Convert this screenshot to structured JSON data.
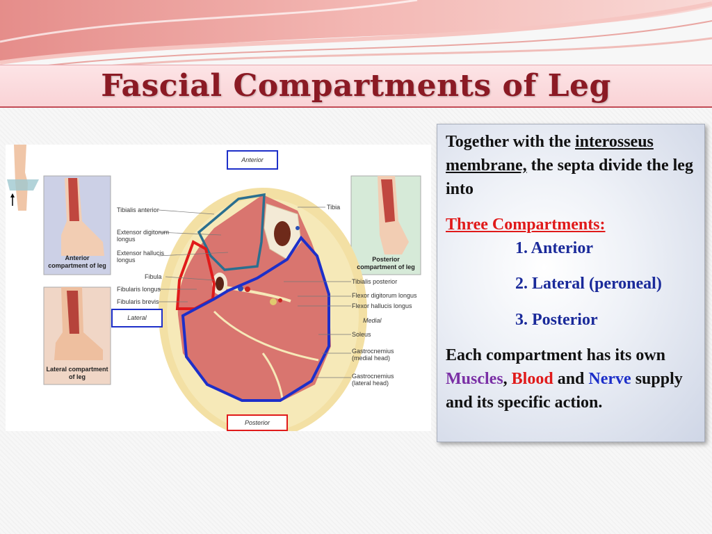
{
  "title": "Fascial Compartments of Leg",
  "colors": {
    "title": "#8b1a24",
    "anterior_outline": "#2a6f8f",
    "lateral_outline": "#e01a1a",
    "posterior_outline": "#1d2fc9",
    "muscle": "#d9756f"
  },
  "figure": {
    "direction_labels": {
      "anterior": "Anterior",
      "lateral": "Lateral",
      "posterior": "Posterior",
      "medial": "Medial"
    },
    "inset_captions": {
      "anterior": "Anterior compartment of leg",
      "lateral": "Lateral compartment of leg",
      "posterior": "Posterior compartment of leg"
    },
    "left_labels": [
      "Tibialis anterior",
      "Extensor digitorum longus",
      "Extensor hallucis longus",
      "Fibula",
      "Fibularis longus",
      "Fibularis brevis"
    ],
    "right_labels": [
      "Tibia",
      "Tibialis posterior",
      "Flexor digitorum longus",
      "Flexor hallucis longus",
      "Soleus",
      "Gastrocnemius (medial head)",
      "Gastrocnemius (lateral head)"
    ]
  },
  "text": {
    "intro_pre": "Together with the ",
    "intro_link": "interosseus membrane,",
    "intro_post": " the septa divide the leg into",
    "compartments_heading": "Three Compartments:",
    "compartments": [
      "1. Anterior",
      "2. Lateral (peroneal)",
      "3. Posterior"
    ],
    "summary_pre": "Each compartment has its own ",
    "muscles": "Muscles",
    "comma": ", ",
    "blood": "Blood",
    "and": " and ",
    "nerve": "Nerve",
    "summary_post": " supply and its specific action."
  }
}
